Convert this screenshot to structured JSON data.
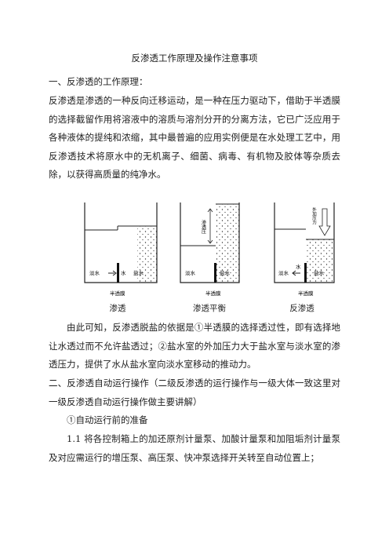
{
  "doc": {
    "title": "反渗透工作原理及操作注意事项",
    "section1_heading": "一、反渗透的工作原理：",
    "para1": "反渗透是渗透的一种反向迁移运动，是一种在压力驱动下，借助于半透膜的选择截留作用将溶液中的溶质与溶剂分开的分离方法，它已广泛应用于各种液体的提纯和浓缩，其中最普遍的应用实例便是在水处理工艺中，用反渗透技术将原水中的无机离子、细菌、病毒、有机物及胶体等杂质去除，以获得高质量的纯净水。",
    "diagram": {
      "fresh_water": "淡水",
      "water": "水",
      "salt_water": "盐水",
      "membrane": "半透膜",
      "osmotic_pressure": "渗透压",
      "applied_pressure": "外加压力",
      "captions": [
        "渗透",
        "渗透平衡",
        "反渗透"
      ]
    },
    "para2": "由此可知，反渗透脱盐的依据是①半透膜的选择透过性，即有选择地让水透过而不允许盐透过；②盐水室的外加压力大于盐水室与淡水室的渗透压力，提供了水从盐水室向淡水室移动的推动力。",
    "section2_heading": "二、反渗透自动运行操作（二级反渗透的运行操作与一级大体一致这里对一级反渗透自动运行操作做主要讲解）",
    "sub1": "①自动运行前的准备",
    "item1": "1.1 将各控制箱上的加还原剂计量泵、加酸计量泵和加阻垢剂计量泵及对应需运行的增压泵、高压泵、快冲泵选择开关转至自动位置上；"
  }
}
